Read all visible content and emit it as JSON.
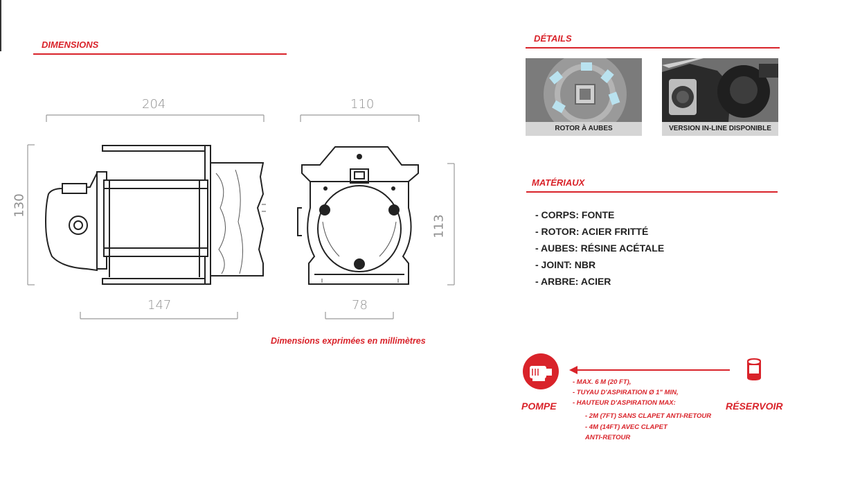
{
  "dimensions": {
    "title": "DIMENSIONS",
    "top_left": "204",
    "top_right": "110",
    "left_height": "130",
    "right_height": "113",
    "bottom_left": "147",
    "bottom_right": "78",
    "note": "Dimensions exprimées en millimètres"
  },
  "details": {
    "title": "DÉTAILS",
    "images": [
      {
        "caption": "ROTOR À AUBES"
      },
      {
        "caption": "VERSION IN-LINE DISPONIBLE"
      }
    ]
  },
  "materials": {
    "title": "MATÉRIAUX",
    "items": [
      "- CORPS: FONTE",
      "- ROTOR: ACIER FRITTÉ",
      "- AUBES: RÉSINE ACÉTALE",
      "- JOINT: NBR",
      "- ARBRE: ACIER"
    ]
  },
  "suction": {
    "pump_label": "POMPE",
    "tank_label": "RÉSERVOIR",
    "lines": [
      "- MAX. 6 M (20 FT),",
      "- TUYAU D'ASPIRATION Ø 1\" MIN,",
      "- HAUTEUR D'ASPIRATION MAX:",
      "- 2M (7FT) SANS CLAPET ANTI-RETOUR",
      "- 4M (14FT) AVEC CLAPET",
      "ANTI-RETOUR"
    ],
    "accent_color": "#d9232a"
  }
}
